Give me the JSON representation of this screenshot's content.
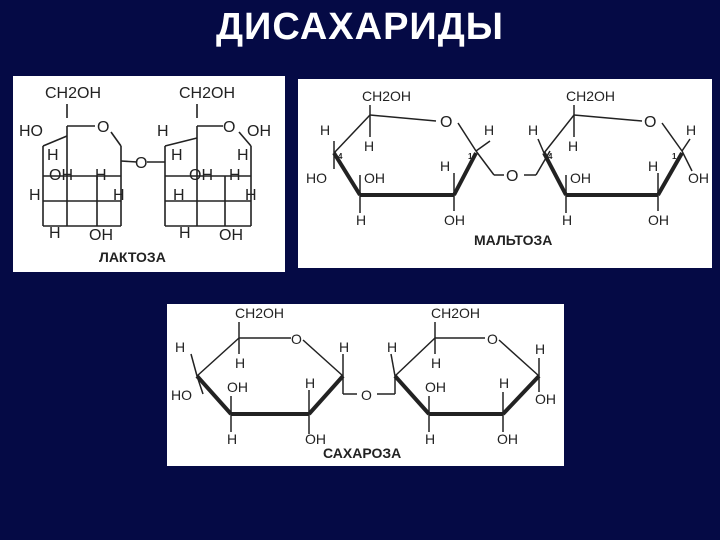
{
  "title": "ДИСАХАРИДЫ",
  "lactose": {
    "name": "ЛАКТОЗА",
    "ring1": {
      "ch2oh": "CH2OH",
      "ho": "HO",
      "o": "O",
      "h1": "H",
      "oh": "OH",
      "h2": "H",
      "h3": "H",
      "h4": "H",
      "h5": "H",
      "oh2": "OH"
    },
    "ring2": {
      "ch2oh": "CH2OH",
      "h0": "H",
      "o": "O",
      "oh0": "OH",
      "h1": "H",
      "h2": "H",
      "oh": "OH",
      "h3": "H",
      "h4": "H",
      "h5": "H",
      "h6": "H",
      "oh2": "OH"
    },
    "bridge_o": "O"
  },
  "maltose": {
    "name": "МАЛЬТОЗА",
    "ring1": {
      "ch2oh": "CH2OH",
      "h_left": "H",
      "h_top": "H",
      "o": "O",
      "h_right": "H",
      "ho": "HO",
      "oh": "OH",
      "h_mid": "H",
      "h_bottom": "H",
      "oh_bottom": "OH",
      "num4": "4",
      "num1": "1"
    },
    "ring2": {
      "ch2oh": "CH2OH",
      "h_left": "H",
      "h_top": "H",
      "o": "O",
      "h_right": "H",
      "oh": "OH",
      "h_mid": "H",
      "oh_right": "OH",
      "h_bottom": "H",
      "oh_bottom": "OH",
      "num4": "4",
      "num1": "1"
    },
    "bridge_o": "O"
  },
  "sucrose": {
    "name": "САХАРОЗА",
    "ring1": {
      "ch2oh": "CH2OH",
      "h_left": "H",
      "h_top": "H",
      "o": "O",
      "h_right": "H",
      "ho": "HO",
      "oh": "OH",
      "h_mid": "H",
      "h_bottom": "H",
      "oh_bottom": "OH"
    },
    "ring2": {
      "ch2oh": "CH2OH",
      "h_left": "H",
      "h_top": "H",
      "o": "O",
      "h_right": "H",
      "oh": "OH",
      "h_mid": "H",
      "oh_right": "OH",
      "h_bottom": "H",
      "oh_bottom": "OH"
    },
    "bridge_o": "O"
  }
}
